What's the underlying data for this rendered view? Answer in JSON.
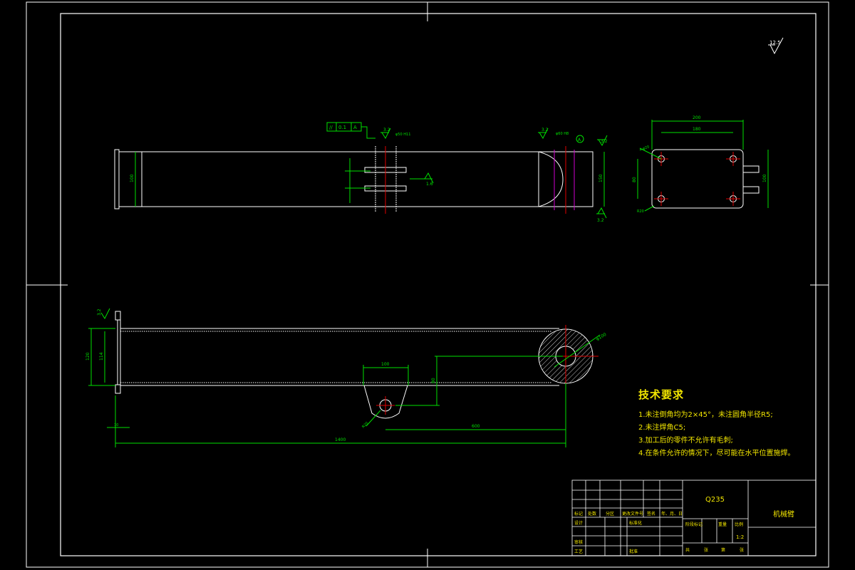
{
  "drawing": {
    "colors": {
      "background": "#000000",
      "outline": "#ffffff",
      "dimension": "#00e000",
      "centerline": "#e00000",
      "hatch": "#ffffff",
      "notes": "#f2e600",
      "weld_line": "#d000d0"
    },
    "roughness_general": "12.5",
    "front_view": {
      "dim_height": "100",
      "dim_right_height": "150",
      "roughness_top_left": "3.2",
      "roughness_top_mid": "3.2",
      "roughness_bottom": "3.2",
      "roughness_right": "3.2",
      "roughness_side": "1.6",
      "tolerance_frame": [
        "//",
        "0.1",
        "A"
      ],
      "datum_label": "A",
      "hole_callout": "φ50 H11",
      "hole_callout_right": "φ60 H8"
    },
    "side_view": {
      "dim_width_outer": "200",
      "dim_width_inner": "180",
      "dim_height_outer": "100",
      "dim_height_left": "80",
      "hole_label": "4-φ20",
      "corner_label": "R20"
    },
    "top_view": {
      "dim_length": "1400",
      "dim_lug_width": "100",
      "dim_lug_offset": "80",
      "dim_lug_position": "600",
      "dim_height_left": "120",
      "dim_height_inner": "114",
      "dim_flange": "10",
      "radius_label": "φ100",
      "lug_radius": "R20",
      "roughness_flange": "3.2"
    },
    "technical_requirements": {
      "title": "技术要求",
      "items": [
        "1.未注倒角均为2×45°，未注圆角半径R5;",
        "2.未注焊角C5;",
        "3.加工后的零件不允许有毛刺;",
        "4.在条件允许的情况下，尽可能在水平位置施焊。"
      ]
    },
    "title_block": {
      "material": "Q235",
      "part_name": "机械臂",
      "header_cells": [
        "标记",
        "处数",
        "分区",
        "更改文件号",
        "签名",
        "年、月、日"
      ],
      "row_design": "设计",
      "row_standard": "标准化",
      "row_check": "审核",
      "row_process": "工艺",
      "row_approve": "批准",
      "stage_mark": "阶段标记",
      "weight": "重量",
      "scale_label": "比例",
      "scale_value": "1:2",
      "sheet_total": "共",
      "sheet_total_unit": "张",
      "sheet_no": "第",
      "sheet_no_unit": "张"
    }
  }
}
